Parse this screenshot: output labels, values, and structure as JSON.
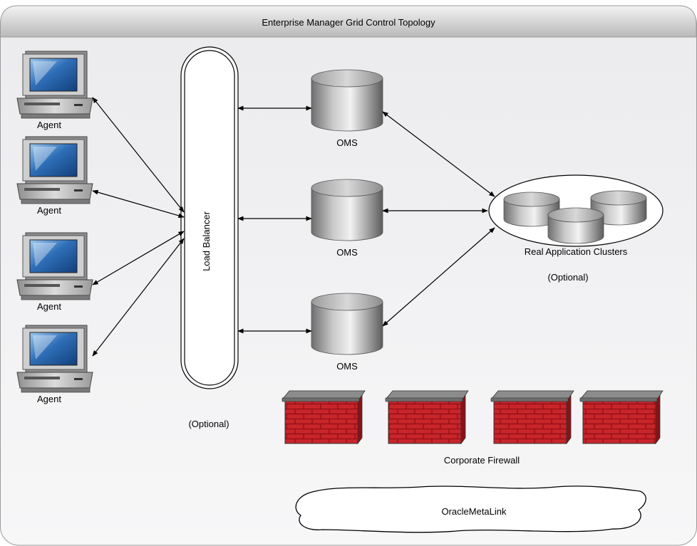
{
  "title": "Enterprise Manager Grid Control Topology",
  "agents": [
    {
      "label": "Agent"
    },
    {
      "label": "Agent"
    },
    {
      "label": "Agent"
    },
    {
      "label": "Agent"
    }
  ],
  "load_balancer": {
    "label": "Load Balancer",
    "note": "(Optional)"
  },
  "oms": [
    {
      "label": "OMS"
    },
    {
      "label": "OMS"
    },
    {
      "label": "OMS"
    }
  ],
  "rac": {
    "label": "Real Application Clusters",
    "note": "(Optional)"
  },
  "firewall": {
    "label": "Corporate Firewall",
    "count": 4
  },
  "metalink": {
    "label": "OracleMetaLink"
  },
  "colors": {
    "header_top": "#eeeeee",
    "header_bottom": "#b5b5b5",
    "panel_bg": "#f1f1f3",
    "brick_red": "#c8252a",
    "screen_blue": "#1f5fa8"
  }
}
